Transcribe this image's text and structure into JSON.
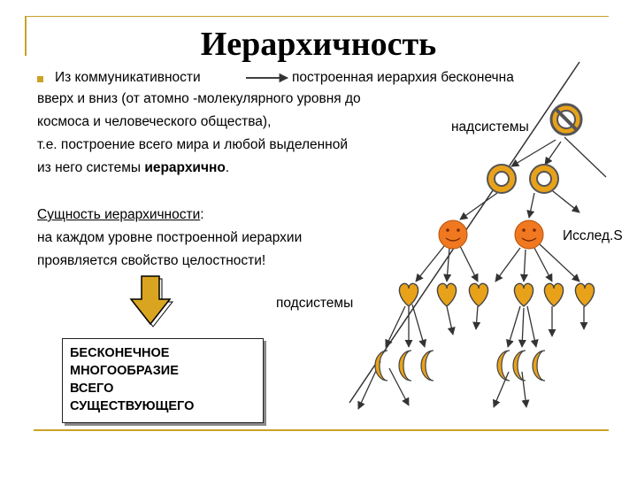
{
  "title": "Иерархичность",
  "intro": {
    "line1_part1": "Из коммуникативности",
    "line1_part2": "построенная иерархия бесконечна",
    "line2": "вверх и вниз (от атомно -молекулярного уровня до",
    "line3": "космоса и человеческого общества),",
    "line4": "т.е. построение всего мира и любой  выделенной",
    "line5_part1": "из него системы  ",
    "line5_bold": "иерархично",
    "line5_end": "."
  },
  "essence": {
    "heading": "Сущность иерархичности",
    "heading_colon": ":",
    "line1": "на каждом уровне построенной иерархии",
    "line2": "проявляется свойство целостности!"
  },
  "labels": {
    "supersystems": "надсистемы",
    "subsystems": "подсистемы",
    "researcher": "Исслед.S"
  },
  "result_box": {
    "line1": "БЕСКОНЕЧНОЕ",
    "line2": "МНОГООБРАЗИЕ",
    "line3": "ВСЕГО",
    "line4": "СУЩЕСТВУЮЩЕГО"
  },
  "colors": {
    "accent": "#c9a227",
    "node_fill": "#e8a21a",
    "smiley_fill": "#f07820",
    "arrow": "#333333"
  },
  "icons": [
    "no-entry-icon",
    "ring-icon",
    "smiley-icon",
    "heart-icon",
    "crescent-icon",
    "down-arrow-icon"
  ]
}
